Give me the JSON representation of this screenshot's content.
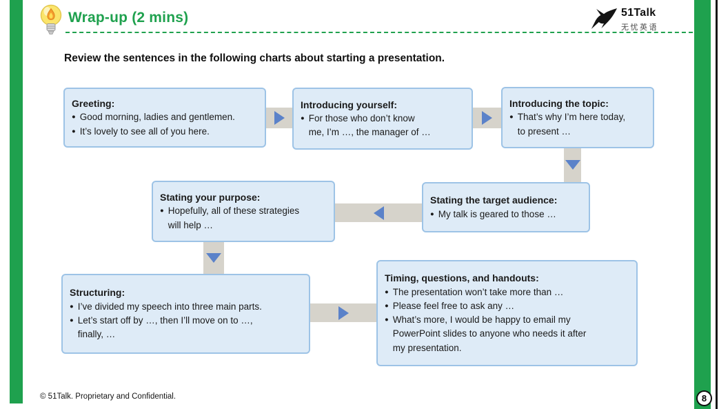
{
  "header": {
    "title": "Wrap-up (2 mins)",
    "logo": {
      "name": "51Talk",
      "tagline": "无忧英语"
    }
  },
  "instruction": "Review the sentences in the following charts about starting a presentation.",
  "boxes": [
    {
      "title": "Greeting:",
      "bullets": [
        "Good morning, ladies and gentlemen.",
        "It’s lovely to see all of you here."
      ]
    },
    {
      "title": "Introducing yourself:",
      "bullets": [
        "For those who don’t know\nme, I’m …, the manager of …"
      ]
    },
    {
      "title": "Introducing the topic:",
      "bullets": [
        "That’s why I’m here today,\nto present …"
      ]
    },
    {
      "title": "Stating your purpose:",
      "bullets": [
        "Hopefully, all of these strategies\nwill help …"
      ]
    },
    {
      "title": "Stating the target audience:",
      "bullets": [
        "My talk is geared to those …"
      ]
    },
    {
      "title": "Structuring:",
      "bullets": [
        "I’ve divided my speech into three main parts.",
        "Let’s start off by …, then I’ll move on to …,\nfinally, …"
      ]
    },
    {
      "title": "Timing, questions, and handouts:",
      "bullets": [
        "The presentation won’t take more than …",
        "Please feel free to ask any …",
        "What’s more, I would be happy to email my\nPowerPoint slides to anyone who needs it after\nmy presentation."
      ]
    }
  ],
  "footer": {
    "copyright": "© 51Talk. Proprietary and Confidential.",
    "page_number": "8"
  },
  "colors": {
    "brand_green": "#1FA14E",
    "box_fill": "#DEEBF7",
    "box_border": "#9DC3E6",
    "connector_gray": "#D6D3CB",
    "arrow_blue": "#5B82C9"
  }
}
